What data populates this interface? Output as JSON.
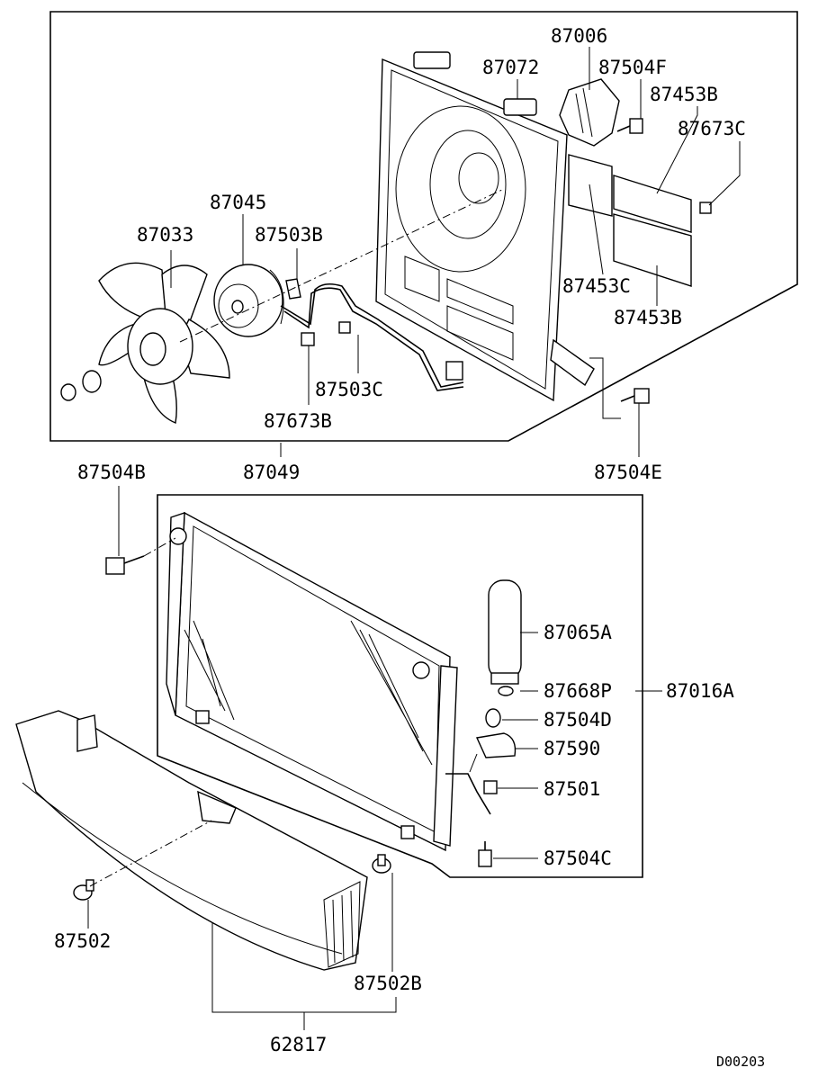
{
  "diagram_code": "D00203",
  "parts": {
    "p87006": "87006",
    "p87072": "87072",
    "p87504F": "87504F",
    "p87453B_top": "87453B",
    "p87673C": "87673C",
    "p87045": "87045",
    "p87033": "87033",
    "p87503B": "87503B",
    "p87453C": "87453C",
    "p87453B_bottom": "87453B",
    "p87503C": "87503C",
    "p87673B": "87673B",
    "p87049": "87049",
    "p87504B": "87504B",
    "p87504E": "87504E",
    "p87065A": "87065A",
    "p87668P": "87668P",
    "p87016A": "87016A",
    "p87504D": "87504D",
    "p87590": "87590",
    "p87501": "87501",
    "p87504C": "87504C",
    "p87502": "87502",
    "p87502B": "87502B",
    "p62817": "62817"
  }
}
